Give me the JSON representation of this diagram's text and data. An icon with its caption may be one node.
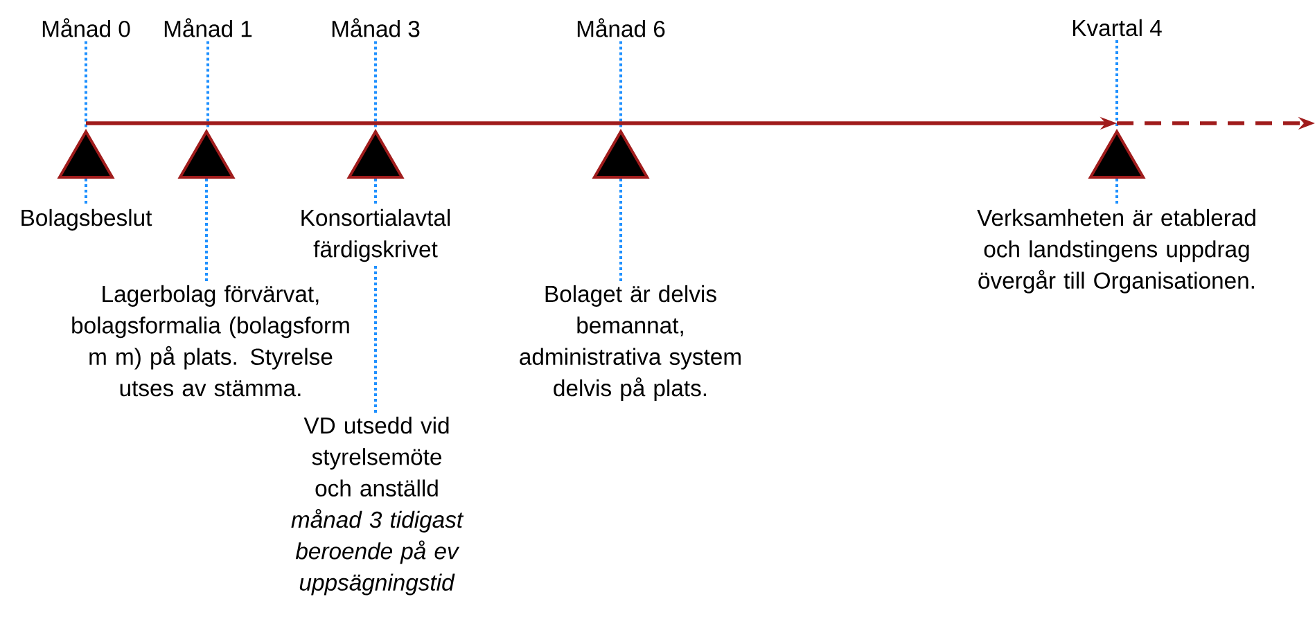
{
  "diagram": {
    "nodes": [
      {
        "text": [
          "Månad 0"
        ]
      },
      {
        "text": [
          "Månad 1"
        ]
      },
      {
        "text": [
          "Månad 3"
        ]
      },
      {
        "text": [
          "Månad 6"
        ]
      },
      {
        "text": [
          "Kvartal 4"
        ]
      },
      {
        "text": [],
        "shape": "triangle"
      },
      {
        "text": [],
        "shape": "triangle"
      },
      {
        "text": [],
        "shape": "triangle"
      },
      {
        "text": [],
        "shape": "triangle"
      },
      {
        "text": [],
        "shape": "triangle"
      },
      {
        "text": [
          "Bolagsbeslut"
        ]
      },
      {
        "text": [
          "Lagerbolag förvärvat, bolagsformalia (bolagsform m m) på plats. Styrelse utses av stämma."
        ]
      },
      {
        "text": [
          "Konsortialavtal färdigskrivet"
        ]
      },
      {
        "text": [
          "VD utsedd vid styrelsemöte och anställd *månad 3 tidigast beroende på ev uppsägningstid*"
        ]
      },
      {
        "text": [
          "Bolaget är delvis bemannat, administrativa system delvis på plats."
        ]
      },
      {
        "text": [
          "Verksamheten är etablerad och landstingens uppdrag övergår till Organisationen."
        ]
      }
    ],
    "edges": [
      {
        "from": 0,
        "to": 5,
        "arrow": "none",
        "style": "dashed",
        "color": "#1e90ff"
      },
      {
        "from": 1,
        "to": 6,
        "arrow": "none",
        "style": "dashed",
        "color": "#1e90ff"
      },
      {
        "from": 2,
        "to": 7,
        "arrow": "none",
        "style": "dashed",
        "color": "#1e90ff"
      },
      {
        "from": 3,
        "to": 8,
        "arrow": "none",
        "style": "dashed",
        "color": "#1e90ff"
      },
      {
        "from": 4,
        "to": 9,
        "arrow": "none",
        "style": "dashed",
        "color": "#1e90ff"
      },
      {
        "from": 5,
        "to": 10,
        "arrow": "none",
        "style": "dashed",
        "color": "#1e90ff"
      },
      {
        "from": 6,
        "to": 11,
        "arrow": "none",
        "style": "dashed",
        "color": "#1e90ff"
      },
      {
        "from": 7,
        "to": 12,
        "arrow": "none",
        "style": "dashed",
        "color": "#1e90ff"
      },
      {
        "from": 12,
        "to": 13,
        "arrow": "none",
        "style": "dashed",
        "color": "#1e90ff"
      },
      {
        "from": 8,
        "to": 14,
        "arrow": "none",
        "style": "dashed",
        "color": "#1e90ff"
      },
      {
        "from": 9,
        "to": 15,
        "arrow": "none",
        "style": "dashed",
        "color": "#1e90ff"
      },
      {
        "from": 5,
        "to": 9,
        "arrow": "to",
        "color": "#a01c1c"
      },
      {
        "from": 9,
        "to": null,
        "arrow": "to",
        "style": "dashed",
        "color": "#a01c1c"
      }
    ]
  }
}
